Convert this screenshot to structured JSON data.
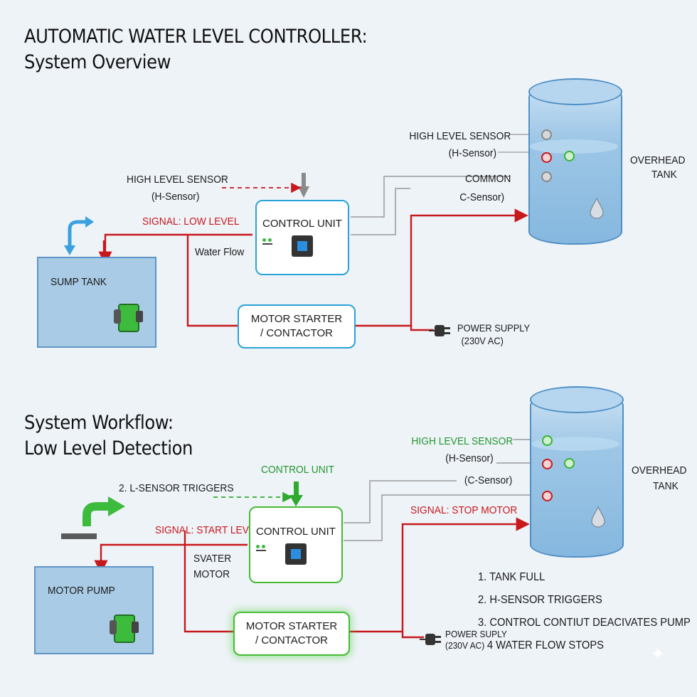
{
  "top": {
    "title_line1": "AUTOMATIC WATER LEVEL CONTROLLER:",
    "title_line2": "System Overview",
    "tank_label_line1": "OVERHEAD",
    "tank_label_line2": "TANK",
    "high_sensor_line1": "HIGH LEVEL SENSOR",
    "high_sensor_line2": "(H-Sensor)",
    "common_line1": "COMMON",
    "common_line2": "C-Sensor)",
    "left_sensor_line1": "HIGH LEVEL SENSOR",
    "left_sensor_line2": "(H-Sensor)",
    "signal": "SIGNAL: LOW LEVEL",
    "water_flow": "Water Flow",
    "control_unit": "CONTROL UNIT",
    "sump_tank": "SUMP TANK",
    "motor_starter_line1": "MOTOR STARTER",
    "motor_starter_line2": "/ CONTACTOR",
    "power_line1": "POWER SUPPLY",
    "power_line2": "(230V AC)"
  },
  "bottom": {
    "title_line1": "System Workflow:",
    "title_line2": "Low Level Detection",
    "tank_label_line1": "OVERHEAD",
    "tank_label_line2": "TANK",
    "high_sensor_line1": "HIGH LEVEL SENSOR",
    "high_sensor_line2": "(H-Sensor)",
    "c_sensor": "(C-Sensor)",
    "signal_stop": "SIGNAL: STOP MOTOR",
    "control_unit_label": "CONTROL UNIT",
    "l_sensor_triggers": "2. L-SENSOR TRIGGERS",
    "signal_start": "SIGNAL: START LEVEL",
    "control_unit": "CONTROL UNIT",
    "svater_line1": "SVATER",
    "svater_line2": "MOTOR",
    "motor_pump": "MOTOR PUMP",
    "motor_starter_line1": "MOTOR STARTER",
    "motor_starter_line2": "/ CONTACTOR",
    "power_line1": "POWER SUPLY",
    "power_line2": "(230V AC)",
    "steps": [
      "1. TANK FULL",
      "2. H-SENSOR TRIGGERS",
      "3. CONTROL CONTIUT DEACIVATES PUMP",
      "4 WATER FLOW STOPS"
    ]
  },
  "colors": {
    "signal_red": "#c8181c",
    "active_green": "#22962e",
    "box_blue": "#2aa2d8",
    "water_blue": "#86b8df"
  }
}
